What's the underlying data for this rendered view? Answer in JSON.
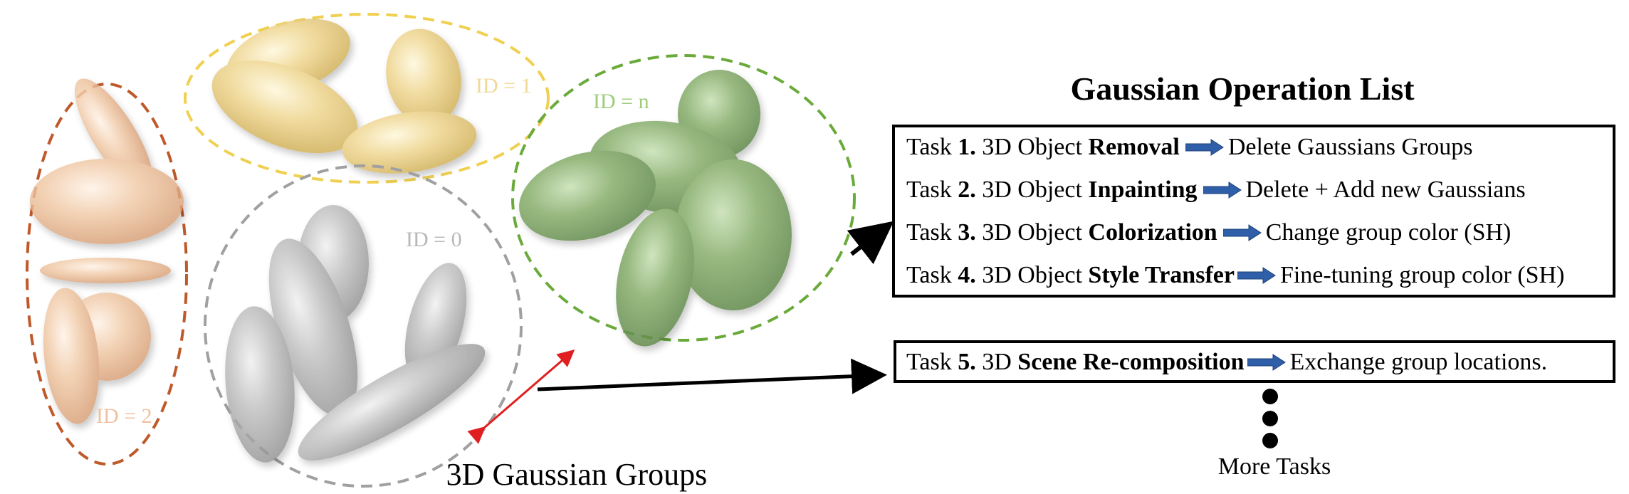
{
  "title": "Gaussian Operation List",
  "tasks": [
    {
      "prefix": "Task ",
      "num": "1.",
      "mid": " 3D Object ",
      "op": "Removal",
      "result": "Delete Gaussians Groups"
    },
    {
      "prefix": "Task ",
      "num": "2.",
      "mid": " 3D Object ",
      "op": "Inpainting",
      "result": "Delete + Add new Gaussians"
    },
    {
      "prefix": "Task ",
      "num": "3.",
      "mid": " 3D Object ",
      "op": "Colorization",
      "result": "Change group color (SH)"
    },
    {
      "prefix": "Task ",
      "num": "4.",
      "mid": " 3D Object ",
      "op": "Style Transfer",
      "result": "Fine-tuning group color (SH)"
    }
  ],
  "task5": {
    "prefix": "Task ",
    "num": "5.",
    "mid": " 3D ",
    "op": "Scene Re-composition",
    "result": "Exchange group locations."
  },
  "more_tasks": "More Tasks",
  "groups_label": "3D Gaussian Groups",
  "group_ids": {
    "id1": "ID = 1",
    "idn": "ID = n",
    "id0": "ID = 0",
    "id2": "ID = 2"
  },
  "colors": {
    "orange_group": "#e8b48c",
    "orange_outline": "#c0592a",
    "yellow_group": "#e8cc7a",
    "yellow_outline": "#f0d050",
    "gray_group": "#a8a8a8",
    "gray_outline": "#a0a0a0",
    "green_group": "#7fa866",
    "green_outline": "#6aaa3a",
    "red_arrow": "#e02020",
    "blue_arrow": "#2f5fa8"
  }
}
